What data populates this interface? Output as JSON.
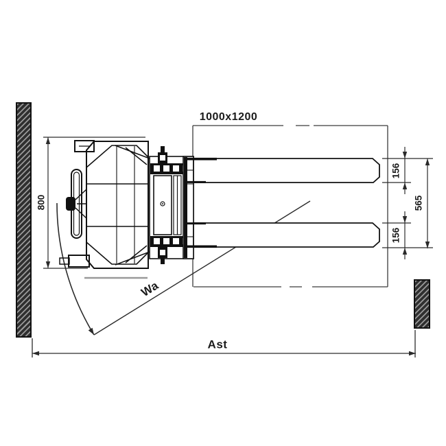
{
  "drawing": {
    "type": "technical-top-view-pallet-stacker-aisle-diagram",
    "labels": {
      "pallet_size": "1000x1200",
      "chassis_width": "800",
      "fork_width_top": "156",
      "fork_overall_spread": "565",
      "fork_width_bottom": "156",
      "turning_radius": "Wa",
      "aisle_width": "Ast"
    },
    "colors": {
      "line": "#1a1a1a",
      "dimension_line": "#2a2a2a",
      "pallet_outline": "#3a3a3a",
      "wall_fill": "#2f2f2f",
      "wall_hatch": "#9a9a9a",
      "floor_mark": "#999999",
      "background": "#ffffff"
    }
  }
}
